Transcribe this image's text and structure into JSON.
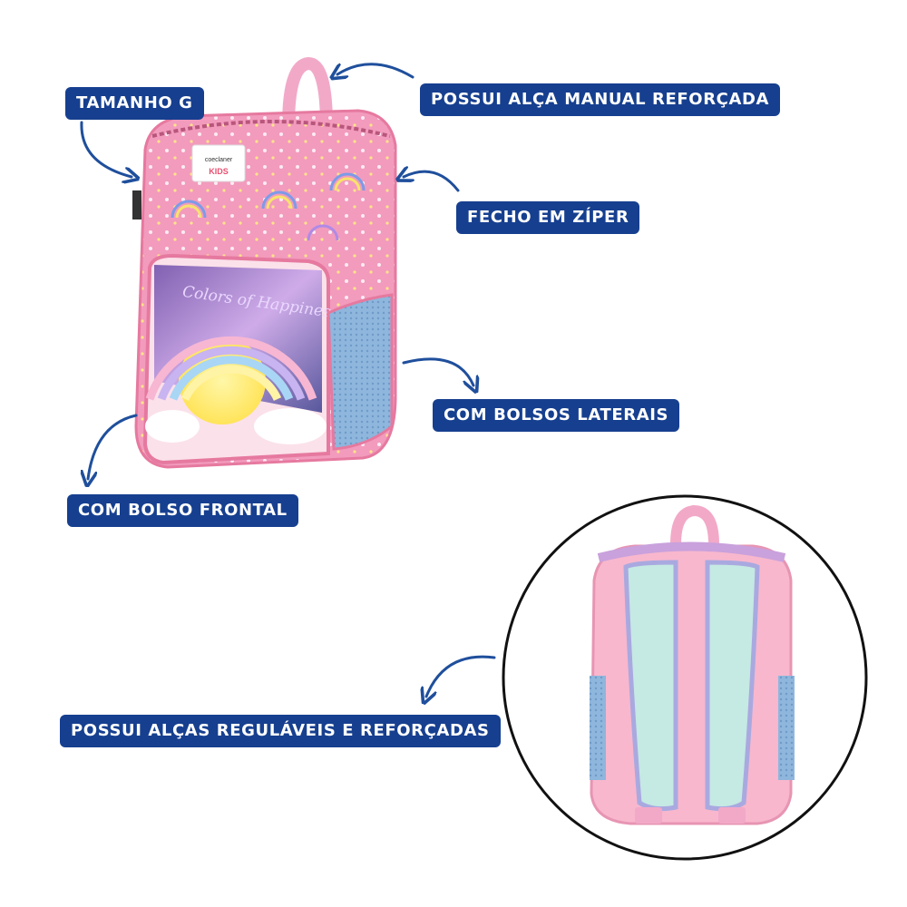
{
  "labels": {
    "size": "TAMANHO G",
    "handle": "POSSUI ALÇA MANUAL REFORÇADA",
    "zipper": "FECHO EM ZÍPER",
    "side_pockets": "COM BOLSOS LATERAIS",
    "front_pocket": "COM BOLSO FRONTAL",
    "straps": "POSSUI ALÇAS REGULÁVEIS E REFORÇADAS"
  },
  "product": {
    "brand_line1": "coeclaner",
    "brand_line2": "KIDS",
    "pocket_text": "Colors of Happiness"
  },
  "colors": {
    "label_bg": "#163f8f",
    "arrow": "#1f4f9c",
    "bag_pink": "#f4a8c4",
    "bag_pink_dark": "#e6799f",
    "mesh_blue": "#8fb6dc",
    "strap_mint": "#bfe6df"
  }
}
